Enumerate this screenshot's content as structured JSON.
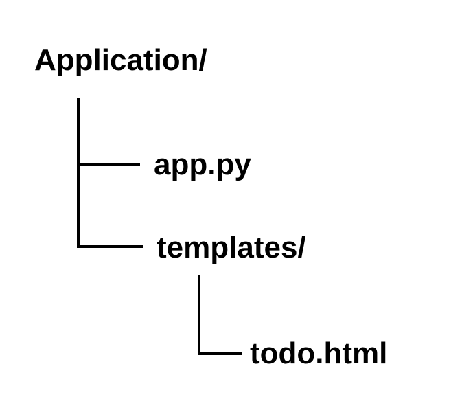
{
  "tree": {
    "root": {
      "label": "Application/"
    },
    "children": [
      {
        "label": "app.py"
      },
      {
        "label": "templates/",
        "children": [
          {
            "label": "todo.html"
          }
        ]
      }
    ]
  },
  "colors": {
    "background": "#ffffff",
    "text": "#000000",
    "lines": "#000000"
  }
}
